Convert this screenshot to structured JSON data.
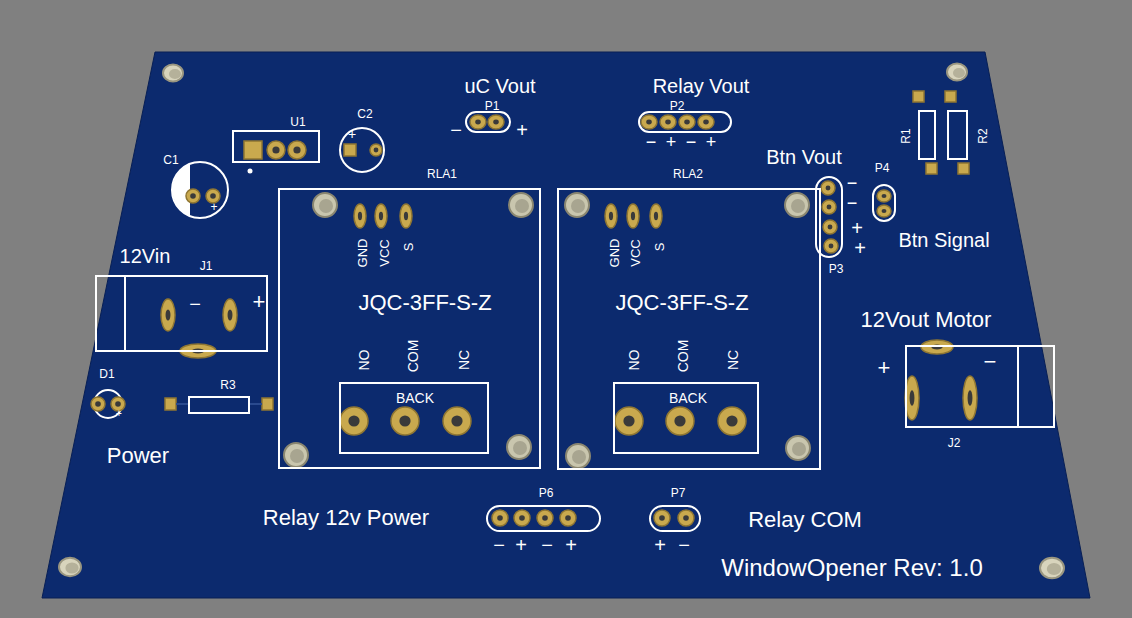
{
  "diagram": {
    "nodes": [
      {
        "text": [
          "U1"
        ]
      },
      {
        "text": [
          "R1"
        ]
      },
      {
        "text": [
          "R2"
        ]
      },
      {
        "text": [
          "RLA1",
          "GND",
          "VCC",
          "S",
          "JQC-3FF-S-Z",
          "NO",
          "COM",
          "NC"
        ]
      },
      {
        "text": [
          "BACK"
        ],
        "in": 3
      },
      {
        "text": [
          "RLA2",
          "GND",
          "VCC",
          "S",
          "JQC-3FF-S-Z",
          "NO",
          "COM",
          "NC"
        ]
      },
      {
        "text": [
          "BACK"
        ],
        "in": 5
      },
      {
        "text": [
          "J1",
          "−",
          "+"
        ]
      },
      {
        "text": [
          "R3"
        ]
      },
      {
        "text": [
          "J2",
          "+",
          "−"
        ]
      }
    ],
    "labels": [
      "uC Vout",
      "P1",
      "−",
      "+",
      "Relay Vout",
      "P2",
      "−",
      "+",
      "−",
      "+",
      "P4",
      "Btn Vout",
      "−",
      "−",
      "+",
      "+",
      "Btn Signal",
      "P3",
      "C2",
      "+",
      "C1",
      "+",
      "12Vin",
      "D1",
      "+",
      "Power",
      "12Vout Motor",
      "Relay 12v Power",
      "P6",
      "−",
      "+",
      "−",
      "+",
      "P7",
      "+",
      "−",
      "Relay COM",
      "WindowOpener Rev: 1.0"
    ]
  }
}
